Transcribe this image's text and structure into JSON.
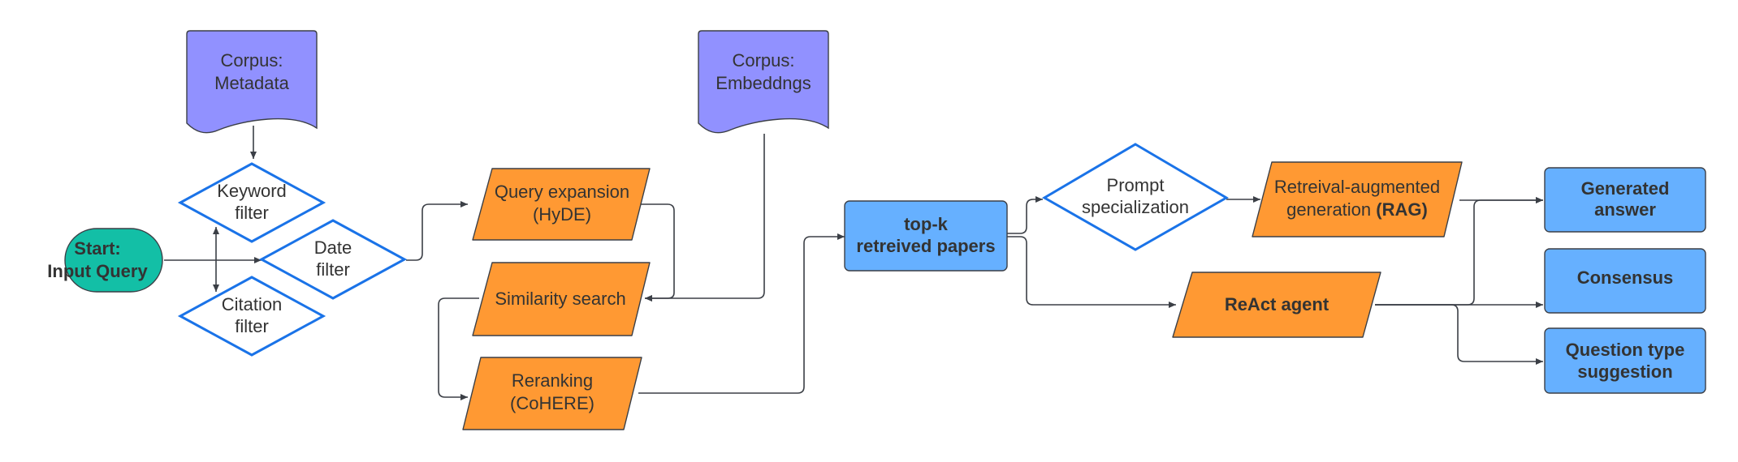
{
  "colors": {
    "start": "#13bfa6",
    "corpus": "#9191ff",
    "process": "#ff9933",
    "result": "#66b0ff",
    "decision_border": "#1a73e8",
    "edge": "#3b3f46"
  },
  "nodes": {
    "start": {
      "line1": "Start:",
      "line2": "Input Query"
    },
    "corpus_metadata": {
      "line1": "Corpus:",
      "line2": "Metadata"
    },
    "corpus_embeddings": {
      "line1": "Corpus:",
      "line2": "Embeddngs"
    },
    "keyword_filter": {
      "line1": "Keyword",
      "line2": "filter"
    },
    "date_filter": {
      "line1": "Date",
      "line2": "filter"
    },
    "citation_filter": {
      "line1": "Citation",
      "line2": "filter"
    },
    "query_expansion": {
      "line1": "Query expansion",
      "line2": "(HyDE)"
    },
    "similarity_search": {
      "line1": "Similarity search"
    },
    "reranking": {
      "line1": "Reranking",
      "line2": "(CoHERE)"
    },
    "topk": {
      "line1": "top-k",
      "line2": "retreived papers"
    },
    "prompt_specialization": {
      "line1": "Prompt",
      "line2": "specialization"
    },
    "rag": {
      "line1": "Retreival-augmented",
      "line2a": "generation ",
      "line2b": "(RAG)"
    },
    "react_agent": {
      "line1": "ReAct agent"
    },
    "generated_answer": {
      "line1": "Generated",
      "line2": "answer"
    },
    "consensus": {
      "line1": "Consensus"
    },
    "question_type": {
      "line1": "Question type",
      "line2": "suggestion"
    }
  }
}
